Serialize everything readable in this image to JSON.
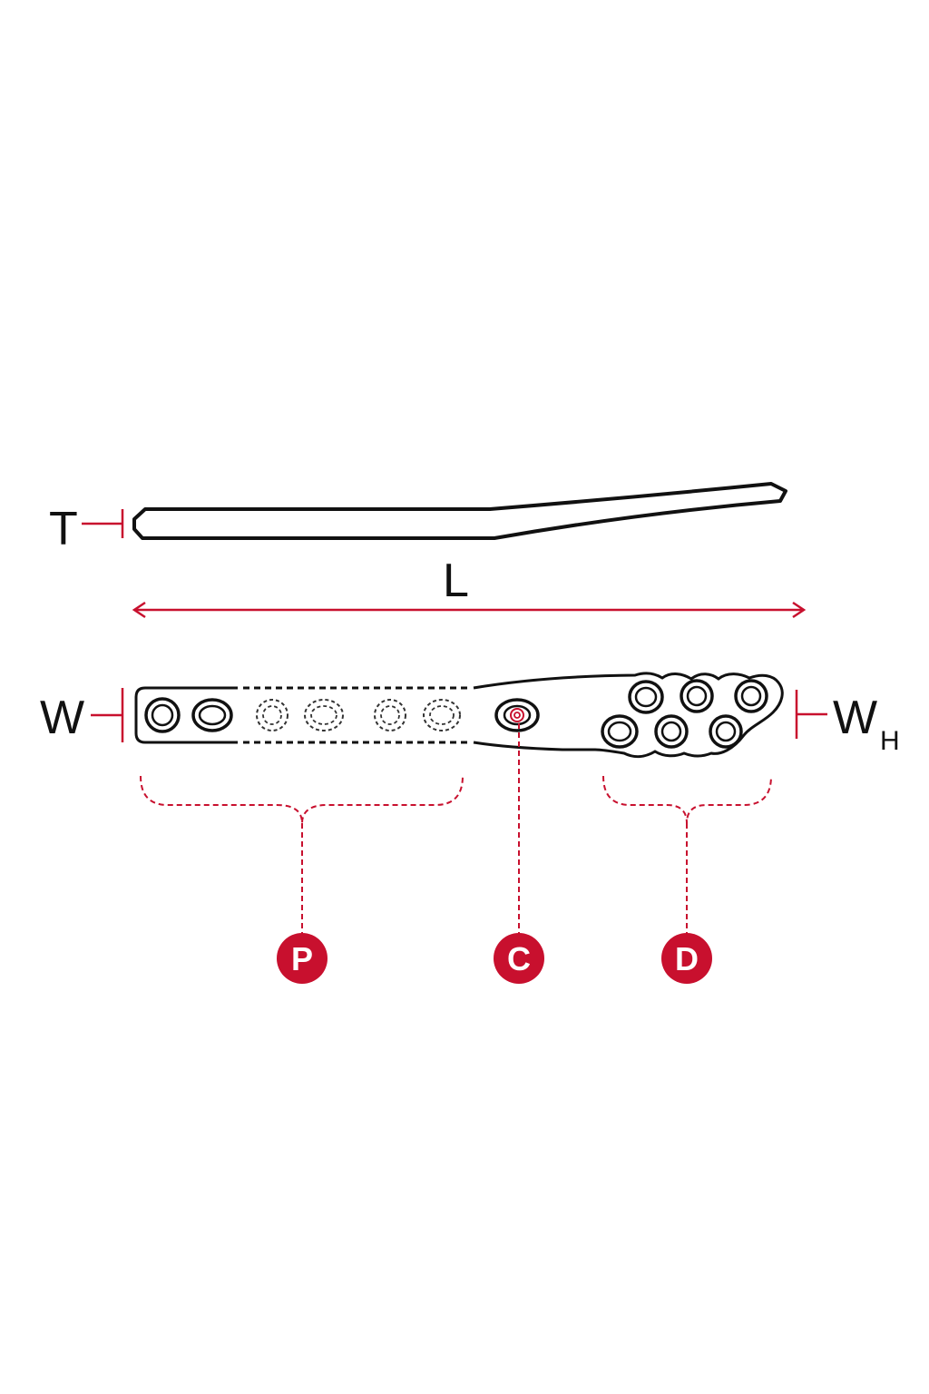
{
  "labels": {
    "thickness": "T",
    "length": "L",
    "width": "W",
    "head_width_main": "W",
    "head_width_sub": "H"
  },
  "zones": {
    "proximal": "P",
    "center": "C",
    "distal": "D"
  },
  "colors": {
    "accent": "#c8102e",
    "line": "#111111",
    "background": "#ffffff"
  }
}
